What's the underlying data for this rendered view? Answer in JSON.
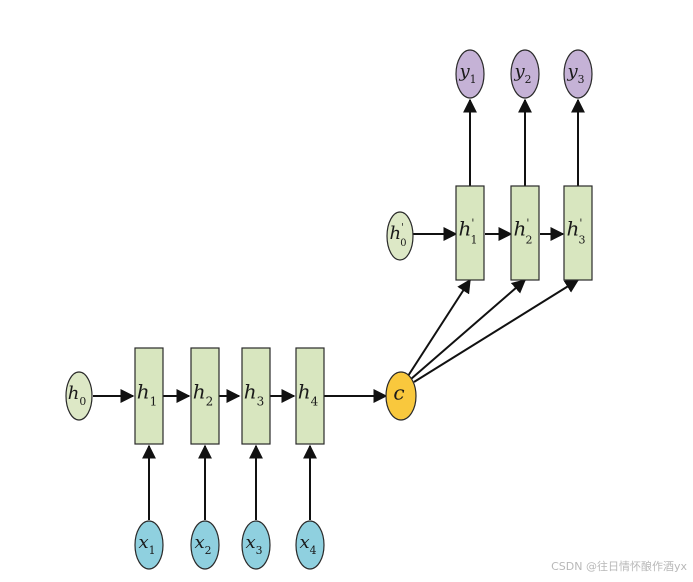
{
  "colors": {
    "hidden_fill": "#d8e6bf",
    "init_fill": "#dde8c6",
    "output_fill": "#c5b2d6",
    "input_fill": "#8fd0df",
    "context_fill": "#f9c83d",
    "stroke": "#2a2a2a"
  },
  "encoder": {
    "init": {
      "main": "h",
      "sub": "0"
    },
    "hidden": [
      {
        "main": "h",
        "sub": "1"
      },
      {
        "main": "h",
        "sub": "2"
      },
      {
        "main": "h",
        "sub": "3"
      },
      {
        "main": "h",
        "sub": "4"
      }
    ],
    "inputs": [
      {
        "main": "x",
        "sub": "1"
      },
      {
        "main": "x",
        "sub": "2"
      },
      {
        "main": "x",
        "sub": "3"
      },
      {
        "main": "x",
        "sub": "4"
      }
    ]
  },
  "context": {
    "main": "c"
  },
  "decoder": {
    "init": {
      "main": "h",
      "sub": "0",
      "prime": "'"
    },
    "hidden": [
      {
        "main": "h",
        "sub": "1",
        "prime": "'"
      },
      {
        "main": "h",
        "sub": "2",
        "prime": "'"
      },
      {
        "main": "h",
        "sub": "3",
        "prime": "'"
      }
    ],
    "outputs": [
      {
        "main": "y",
        "sub": "1"
      },
      {
        "main": "y",
        "sub": "2"
      },
      {
        "main": "y",
        "sub": "3"
      }
    ]
  },
  "watermark": "CSDN @往日情怀酿作酒yx"
}
